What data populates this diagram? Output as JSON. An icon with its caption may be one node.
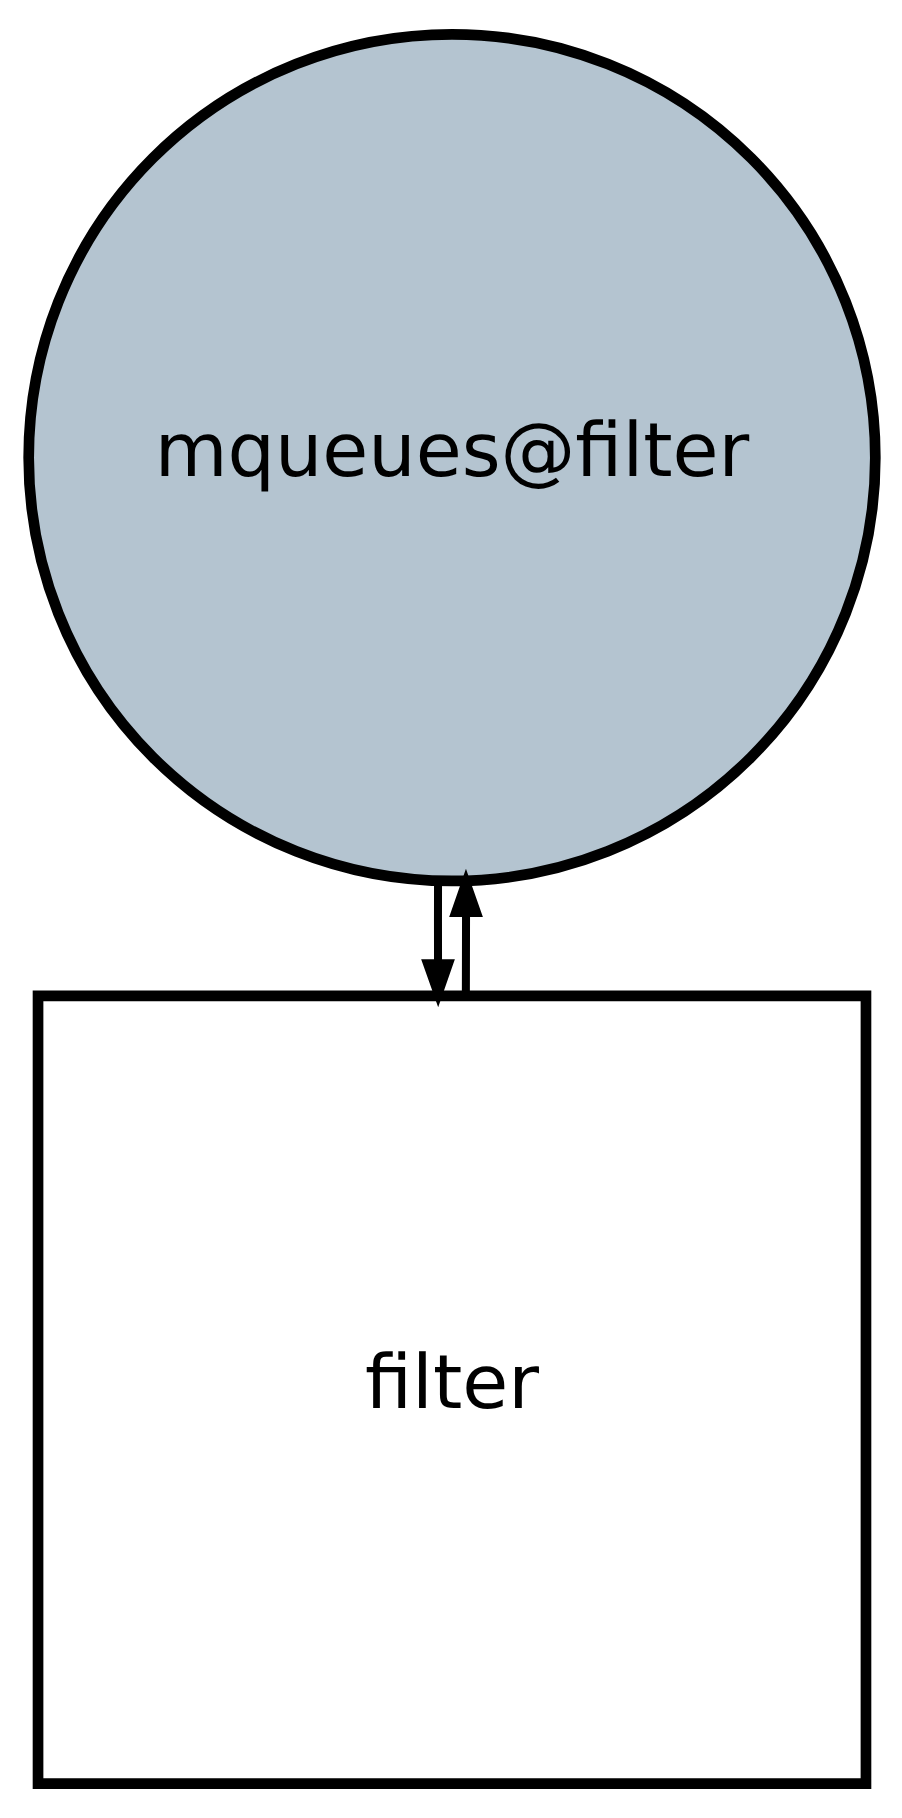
{
  "diagram": {
    "nodes": [
      {
        "text": [
          "mqueues@filter"
        ]
      },
      {
        "text": [
          "filter"
        ]
      }
    ],
    "edges": [
      {
        "from": 0,
        "to": 1,
        "arrow": "to"
      },
      {
        "from": 1,
        "to": 0,
        "arrow": "to"
      }
    ]
  }
}
